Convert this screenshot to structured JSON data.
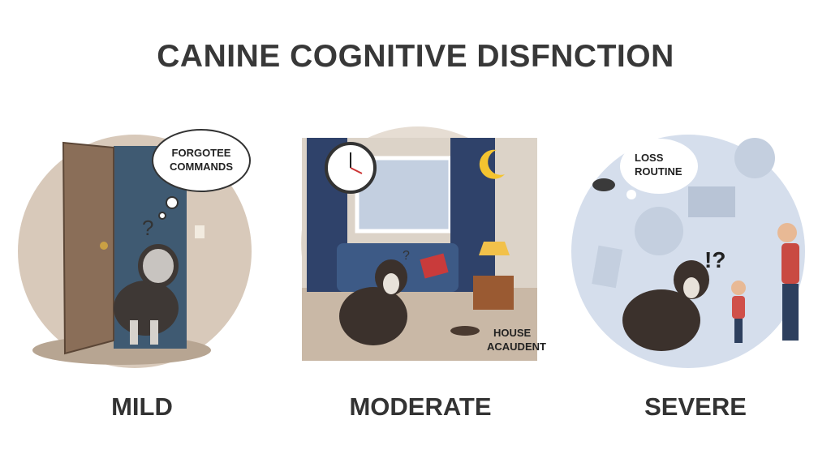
{
  "title": "CANINE COGNITIVE DISFNCTION",
  "panels": [
    {
      "label": "MILD",
      "bubble": [
        "FORGOTEE",
        "COMMANDS"
      ],
      "bg": "#d8c9ba"
    },
    {
      "label": "MODERATE",
      "bubble": [
        "HOUSE",
        "ACAUDENT"
      ],
      "bg": "#e6ddd3"
    },
    {
      "label": "SEVERE",
      "bubble": [
        "LOSS",
        "ROUTINE"
      ],
      "bg": "#d5deec"
    }
  ],
  "marks": {
    "question": "?",
    "confused": "!?"
  }
}
